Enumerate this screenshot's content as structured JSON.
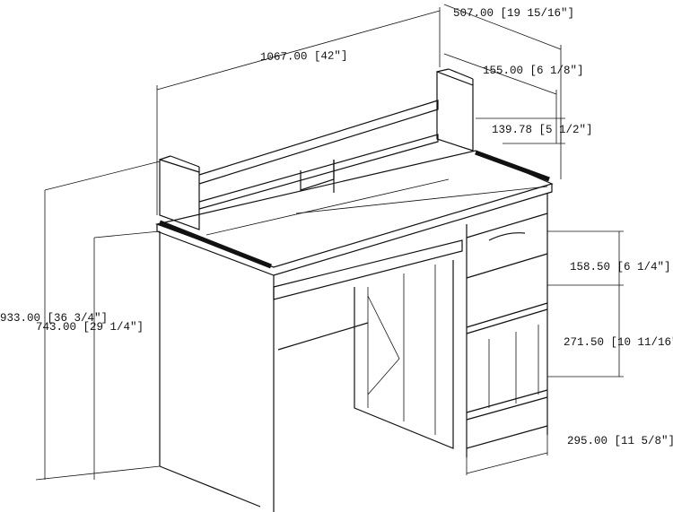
{
  "title": "Desk with hutch dimension drawing",
  "dimensions": {
    "depth_total": "507.00 [19 15/16\"]",
    "width_total": "1067.00 [42\"]",
    "hutch_depth": "155.00 [6 1/8\"]",
    "hutch_height": "139.78 [5 1/2\"]",
    "drawer_height": "158.50 [6 1/4\"]",
    "overall_height": "933.00 [36 3/4\"]",
    "desk_height": "743.00 [29 1/4\"]",
    "shelf_height": "271.50 [10 11/16\"]",
    "pedestal_width": "295.00 [11 5/8\"]"
  }
}
